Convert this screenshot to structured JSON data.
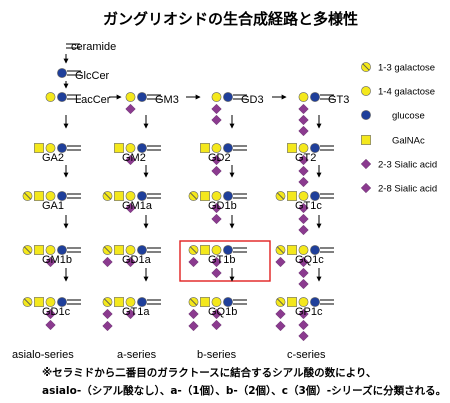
{
  "title": "ガングリオシドの生合成経路と多様性",
  "ceramide_label": "ceramide",
  "legend": [
    {
      "key": "gal13",
      "label": "1-3 galactose"
    },
    {
      "key": "gal14",
      "label": "1-4 galactose"
    },
    {
      "key": "glc",
      "label": "glucose"
    },
    {
      "key": "galnac",
      "label": "GalNAc"
    },
    {
      "key": "sia23",
      "label": "2-3 Sialic acid"
    },
    {
      "key": "sia28",
      "label": "2-8 Sialic acid"
    }
  ],
  "colors": {
    "galactose": "#f4e81c",
    "glucose": "#1f3f9a",
    "galnac": "#f4e81c",
    "sialic_acid": "#8b3a8f",
    "highlight": "#e02020"
  },
  "series_labels": [
    "asialo-series",
    "a-series",
    "b-series",
    "c-series"
  ],
  "top_nodes": [
    {
      "name": "GlcCer",
      "glycan": [
        "glc"
      ]
    },
    {
      "name": "LacCer",
      "glycan": [
        "gal14",
        "glc"
      ]
    }
  ],
  "grid": [
    [
      {
        "name": "GM3",
        "glycan": [
          "gal14",
          "glc"
        ],
        "sia": 1
      },
      {
        "name": "GD3",
        "glycan": [
          "gal14",
          "glc"
        ],
        "sia": 2
      },
      {
        "name": "GT3",
        "glycan": [
          "gal14",
          "glc"
        ],
        "sia": 3
      }
    ],
    [
      {
        "name": "GA2",
        "glycan": [
          "galnac",
          "gal14",
          "glc"
        ],
        "sia": 0
      },
      {
        "name": "GM2",
        "glycan": [
          "galnac",
          "gal14",
          "glc"
        ],
        "sia": 1
      },
      {
        "name": "GD2",
        "glycan": [
          "galnac",
          "gal14",
          "glc"
        ],
        "sia": 2
      },
      {
        "name": "GT2",
        "glycan": [
          "galnac",
          "gal14",
          "glc"
        ],
        "sia": 3
      }
    ],
    [
      {
        "name": "GA1",
        "glycan": [
          "gal13",
          "galnac",
          "gal14",
          "glc"
        ],
        "sia": 0
      },
      {
        "name": "GM1a",
        "glycan": [
          "gal13",
          "galnac",
          "gal14",
          "glc"
        ],
        "sia": 1
      },
      {
        "name": "GD1b",
        "glycan": [
          "gal13",
          "galnac",
          "gal14",
          "glc"
        ],
        "sia": 2
      },
      {
        "name": "GT1c",
        "glycan": [
          "gal13",
          "galnac",
          "gal14",
          "glc"
        ],
        "sia": 3
      }
    ],
    [
      {
        "name": "GM1b",
        "glycan": [
          "gal13",
          "galnac",
          "gal14",
          "glc"
        ],
        "sia": 1,
        "tsia": 0
      },
      {
        "name": "GD1a",
        "glycan": [
          "gal13",
          "galnac",
          "gal14",
          "glc"
        ],
        "sia": 1,
        "tsia": 1
      },
      {
        "name": "GT1b",
        "glycan": [
          "gal13",
          "galnac",
          "gal14",
          "glc"
        ],
        "sia": 2,
        "tsia": 1,
        "highlight": true
      },
      {
        "name": "GQ1c",
        "glycan": [
          "gal13",
          "galnac",
          "gal14",
          "glc"
        ],
        "sia": 3,
        "tsia": 1
      }
    ],
    [
      {
        "name": "GD1c",
        "glycan": [
          "gal13",
          "galnac",
          "gal14",
          "glc"
        ],
        "sia": 2,
        "tsia": 0
      },
      {
        "name": "GT1a",
        "glycan": [
          "gal13",
          "galnac",
          "gal14",
          "glc"
        ],
        "sia": 1,
        "tsia": 2
      },
      {
        "name": "GQ1b",
        "glycan": [
          "gal13",
          "galnac",
          "gal14",
          "glc"
        ],
        "sia": 2,
        "tsia": 2
      },
      {
        "name": "GP1c",
        "glycan": [
          "gal13",
          "galnac",
          "gal14",
          "glc"
        ],
        "sia": 3,
        "tsia": 2
      }
    ]
  ],
  "footnote": [
    "※セラミドから二番目のガラクトースに結合するシアル酸の数により、",
    "asialo-（シアル酸なし）、a-（1個）、b-（2個）、c（3個）-シリーズに分類される。"
  ]
}
